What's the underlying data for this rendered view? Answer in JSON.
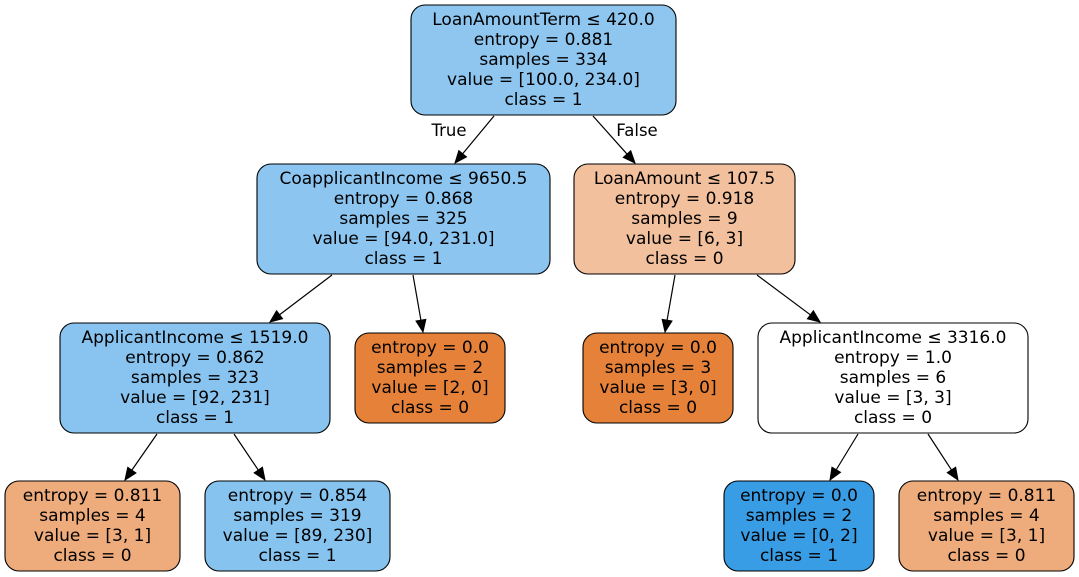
{
  "tree": {
    "edge_labels": {
      "true_label": "True",
      "false_label": "False"
    },
    "nodes": [
      {
        "id": "root",
        "fill": "#8ec6f0",
        "lines": [
          "LoanAmountTerm ≤ 420.0",
          "entropy = 0.881",
          "samples = 334",
          "value = [100.0, 234.0]",
          "class = 1"
        ]
      },
      {
        "id": "coapplicant",
        "fill": "#8bc5f0",
        "lines": [
          "CoapplicantIncome ≤ 9650.5",
          "entropy = 0.868",
          "samples = 325",
          "value = [94.0, 231.0]",
          "class = 1"
        ]
      },
      {
        "id": "loanamount",
        "fill": "#f2c09c",
        "lines": [
          "LoanAmount ≤ 107.5",
          "entropy = 0.918",
          "samples = 9",
          "value = [6, 3]",
          "class = 0"
        ]
      },
      {
        "id": "applicant1519",
        "fill": "#88c4ef",
        "lines": [
          "ApplicantIncome ≤ 1519.0",
          "entropy = 0.862",
          "samples = 323",
          "value = [92, 231]",
          "class = 1"
        ]
      },
      {
        "id": "leaf-2-0",
        "fill": "#e58139",
        "lines": [
          "entropy = 0.0",
          "samples = 2",
          "value = [2, 0]",
          "class = 0"
        ]
      },
      {
        "id": "leaf-3-0",
        "fill": "#e58139",
        "lines": [
          "entropy = 0.0",
          "samples = 3",
          "value = [3, 0]",
          "class = 0"
        ]
      },
      {
        "id": "applicant3316",
        "fill": "#ffffff",
        "lines": [
          "ApplicantIncome ≤ 3316.0",
          "entropy = 1.0",
          "samples = 6",
          "value = [3, 3]",
          "class = 0"
        ]
      },
      {
        "id": "leaf-4-3-1",
        "fill": "#eeab7b",
        "lines": [
          "entropy = 0.811",
          "samples = 4",
          "value = [3, 1]",
          "class = 0"
        ]
      },
      {
        "id": "leaf-319",
        "fill": "#86c3ef",
        "lines": [
          "entropy = 0.854",
          "samples = 319",
          "value = [89, 230]",
          "class = 1"
        ]
      },
      {
        "id": "leaf-0-2",
        "fill": "#399de5",
        "lines": [
          "entropy = 0.0",
          "samples = 2",
          "value = [0, 2]",
          "class = 1"
        ]
      },
      {
        "id": "leaf-4-3-1b",
        "fill": "#eeab7b",
        "lines": [
          "entropy = 0.811",
          "samples = 4",
          "value = [3, 1]",
          "class = 0"
        ]
      }
    ],
    "edges": [
      {
        "from": "root",
        "to": "coapplicant",
        "label": "true_label"
      },
      {
        "from": "root",
        "to": "loanamount",
        "label": "false_label"
      },
      {
        "from": "coapplicant",
        "to": "applicant1519"
      },
      {
        "from": "coapplicant",
        "to": "leaf-2-0"
      },
      {
        "from": "loanamount",
        "to": "leaf-3-0"
      },
      {
        "from": "loanamount",
        "to": "applicant3316"
      },
      {
        "from": "applicant1519",
        "to": "leaf-4-3-1"
      },
      {
        "from": "applicant1519",
        "to": "leaf-319"
      },
      {
        "from": "applicant3316",
        "to": "leaf-0-2"
      },
      {
        "from": "applicant3316",
        "to": "leaf-4-3-1b"
      }
    ]
  }
}
